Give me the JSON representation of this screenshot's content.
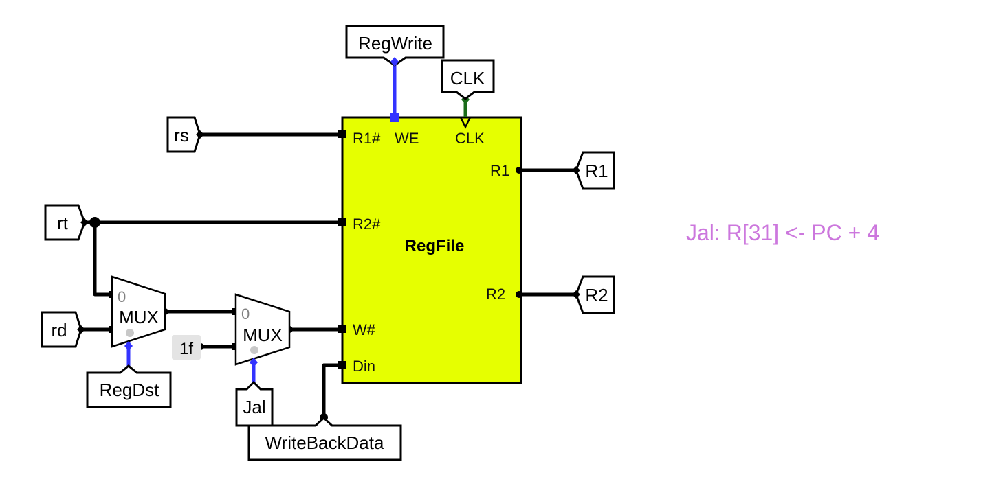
{
  "canvas": {
    "background": "#ffffff"
  },
  "colors": {
    "wire": "#000000",
    "bus_blue": "#3333ff",
    "clock_green": "#1a6b1a",
    "regfile_fill": "#e6ff00",
    "annotation": "#cc77dd",
    "mux_dot": "#c8c8c8",
    "constant_bg": "#e4e4e4"
  },
  "regfile": {
    "title": "RegFile",
    "pins": {
      "r1_num": "R1#",
      "we": "WE",
      "clk": "CLK",
      "r1": "R1",
      "r2_num": "R2#",
      "r2": "R2",
      "w_num": "W#",
      "din": "Din"
    }
  },
  "tunnels": {
    "regwrite": "RegWrite",
    "clk": "CLK",
    "rs": "rs",
    "rt": "rt",
    "rd": "rd",
    "r1": "R1",
    "r2": "R2",
    "regdst": "RegDst",
    "jal": "Jal",
    "writebackdata": "WriteBackData"
  },
  "mux1": {
    "label": "MUX",
    "input0": "0"
  },
  "mux2": {
    "label": "MUX",
    "input0": "0"
  },
  "constant": {
    "value": "1f"
  },
  "annotation": {
    "text": "Jal: R[31] <- PC + 4"
  }
}
